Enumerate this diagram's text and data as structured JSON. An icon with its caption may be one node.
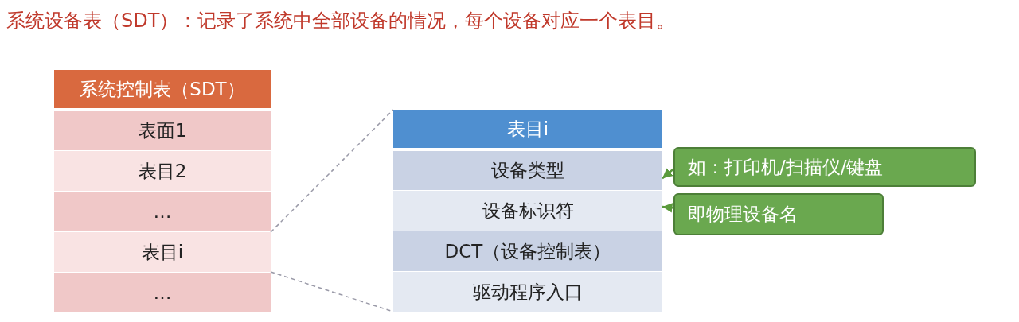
{
  "diagram": {
    "title": "系统设备表（SDT）：记录了系统中全部设备的情况，每个设备对应一个表目。",
    "nodes": [
      {
        "text": [
          "系统控制表（SDT）"
        ]
      },
      {
        "text": [
          "表面1"
        ]
      },
      {
        "text": [
          "表目2"
        ]
      },
      {
        "text": [
          "…"
        ]
      },
      {
        "text": [
          "表目i"
        ]
      },
      {
        "text": [
          "…"
        ]
      },
      {
        "text": [
          "表目i"
        ]
      },
      {
        "text": [
          "设备类型"
        ]
      },
      {
        "text": [
          "设备标识符"
        ]
      },
      {
        "text": [
          "DCT（设备控制表）"
        ]
      },
      {
        "text": [
          "驱动程序入口"
        ]
      },
      {
        "text": [
          "如：打印机/扫描仪/键盘"
        ]
      },
      {
        "text": [
          "即物理设备名"
        ]
      }
    ],
    "edges": [
      {
        "from": 4,
        "to": 6,
        "arrow": "none",
        "style": "dashed"
      },
      {
        "from": 4,
        "to": 10,
        "arrow": "none",
        "style": "dashed"
      },
      {
        "from": 11,
        "to": 7,
        "arrow": "to",
        "color": "#5a9a3c"
      },
      {
        "from": 12,
        "to": 8,
        "arrow": "to",
        "color": "#5a9a3c"
      }
    ]
  }
}
